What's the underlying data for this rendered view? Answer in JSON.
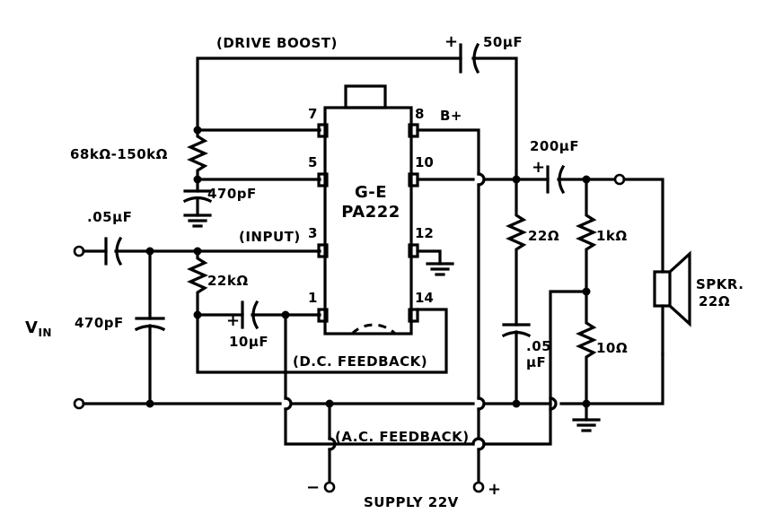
{
  "labels": {
    "drive_boost": "(DRIVE BOOST)",
    "cap_50uf": "50µF",
    "cap_50uf_pol": "+",
    "ic_line1": "G-E",
    "ic_line2": "PA222",
    "b_plus": "B+",
    "res_68k": "68kΩ-150kΩ",
    "cap_470pf_top": "470pF",
    "cap_200uf": "200µF",
    "cap_200uf_pol": "+",
    "cap_05uf_in": ".05µF",
    "input": "(INPUT)",
    "res_22ohm": "22Ω",
    "res_1k": "1kΩ",
    "res_22k": "22kΩ",
    "spkr_1": "SPKR.",
    "spkr_2": "22Ω",
    "vin": "V",
    "vin_sub": "IN",
    "cap_470pf_in": "470pF",
    "cap_10uf": "10µF",
    "cap_10uf_pol": "+",
    "cap_05uf_out_1": ".05",
    "cap_05uf_out_2": "µF",
    "res_10ohm": "10Ω",
    "dc_feedback": "(D.C. FEEDBACK)",
    "ac_feedback": "(A.C. FEEDBACK)",
    "supply_minus": "−",
    "supply_plus": "+",
    "supply": "SUPPLY 22V"
  },
  "pins": {
    "p7": "7",
    "p5": "5",
    "p3": "3",
    "p1": "1",
    "p8": "8",
    "p10": "10",
    "p12": "12",
    "p14": "14"
  }
}
